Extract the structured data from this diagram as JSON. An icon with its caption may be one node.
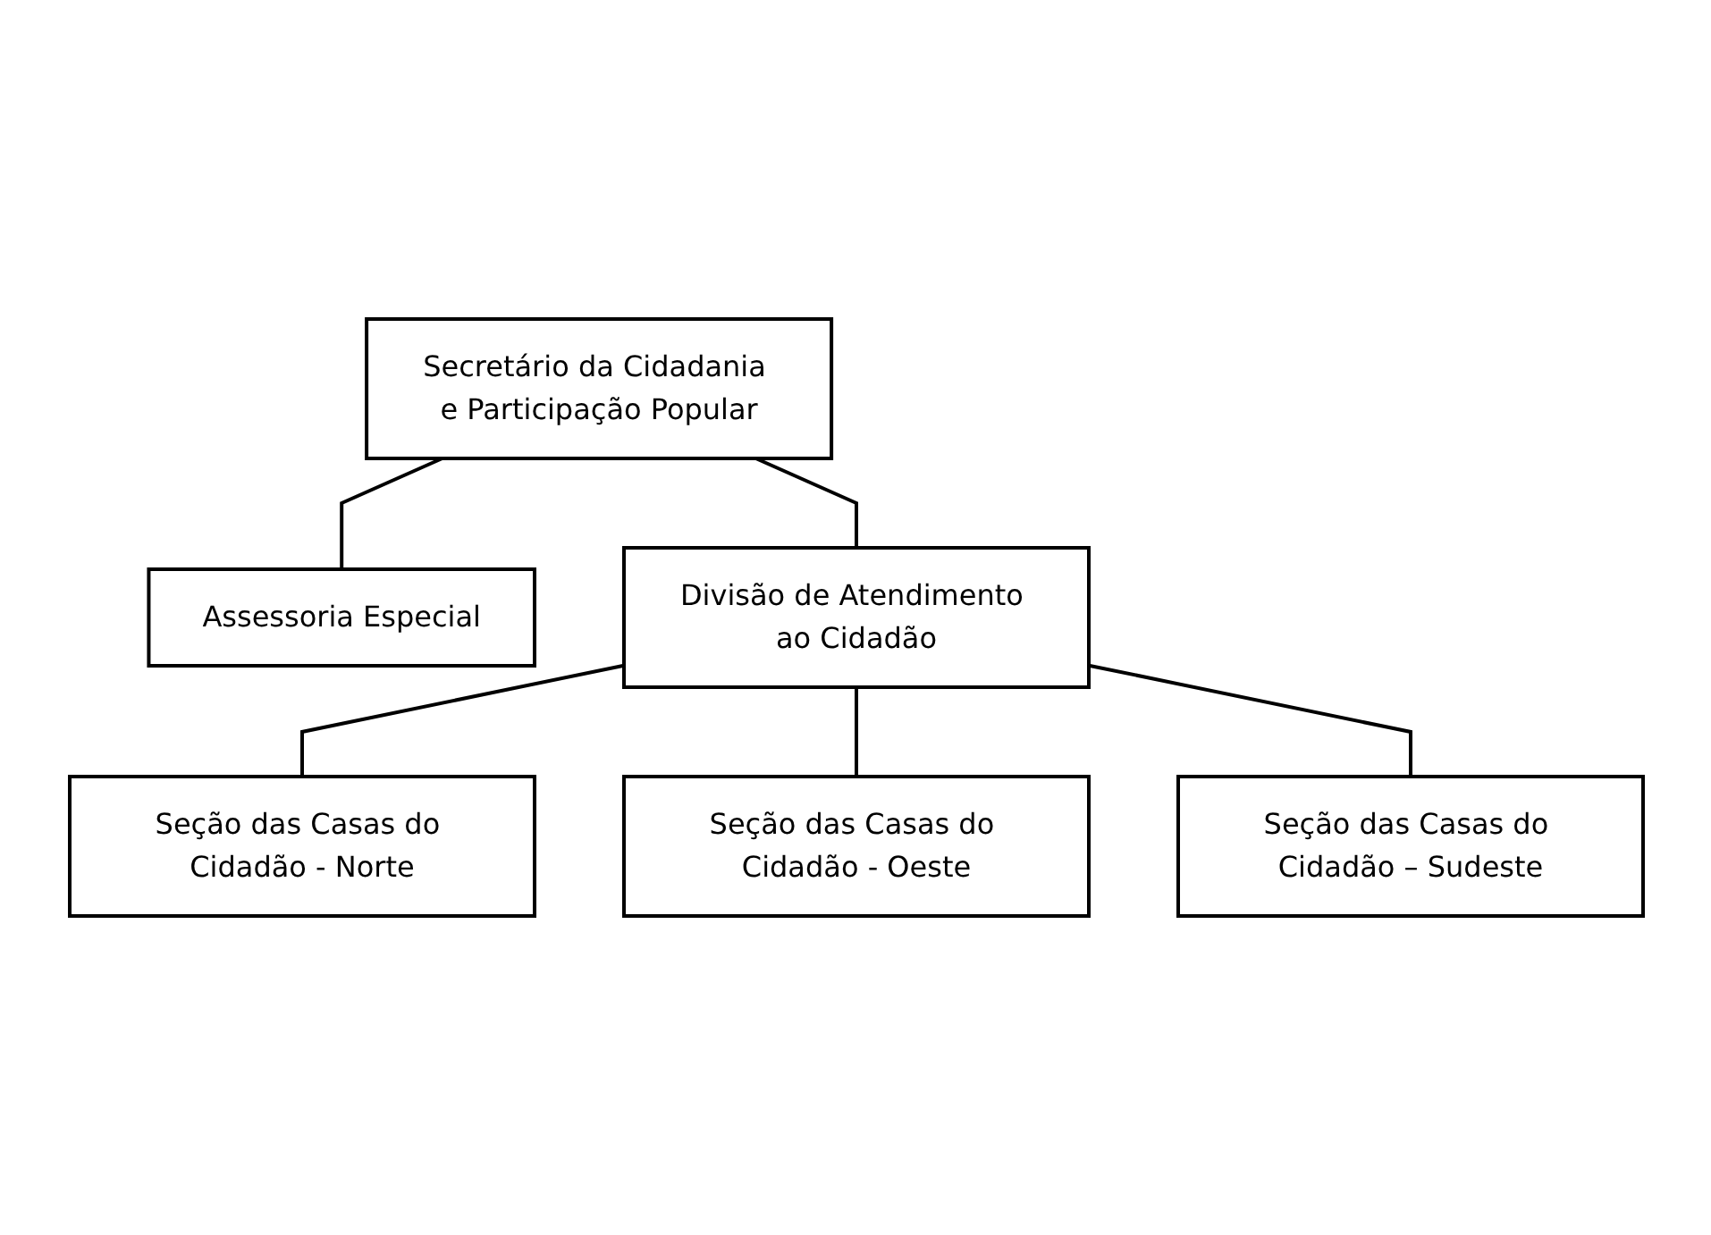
{
  "diagram": {
    "nodes": [
      {
        "text": [
          "Secretário da Cidadania e Participação Popular"
        ]
      },
      {
        "text": [
          "Assessoria Especial"
        ]
      },
      {
        "text": [
          "Divisão de Atendimento ao Cidadão"
        ]
      },
      {
        "text": [
          "Seção das Casas do Cidadão - Norte"
        ]
      },
      {
        "text": [
          "Seção das Casas do Cidadão - Oeste"
        ]
      },
      {
        "text": [
          "Seção das Casas do Cidadão – Sudeste"
        ]
      }
    ],
    "edges": [
      {
        "from": 0,
        "to": 1,
        "arrow": "none"
      },
      {
        "from": 0,
        "to": 2,
        "arrow": "none"
      },
      {
        "from": 2,
        "to": 3,
        "arrow": "none"
      },
      {
        "from": 2,
        "to": 4,
        "arrow": "none"
      },
      {
        "from": 2,
        "to": 5,
        "arrow": "none"
      }
    ]
  }
}
